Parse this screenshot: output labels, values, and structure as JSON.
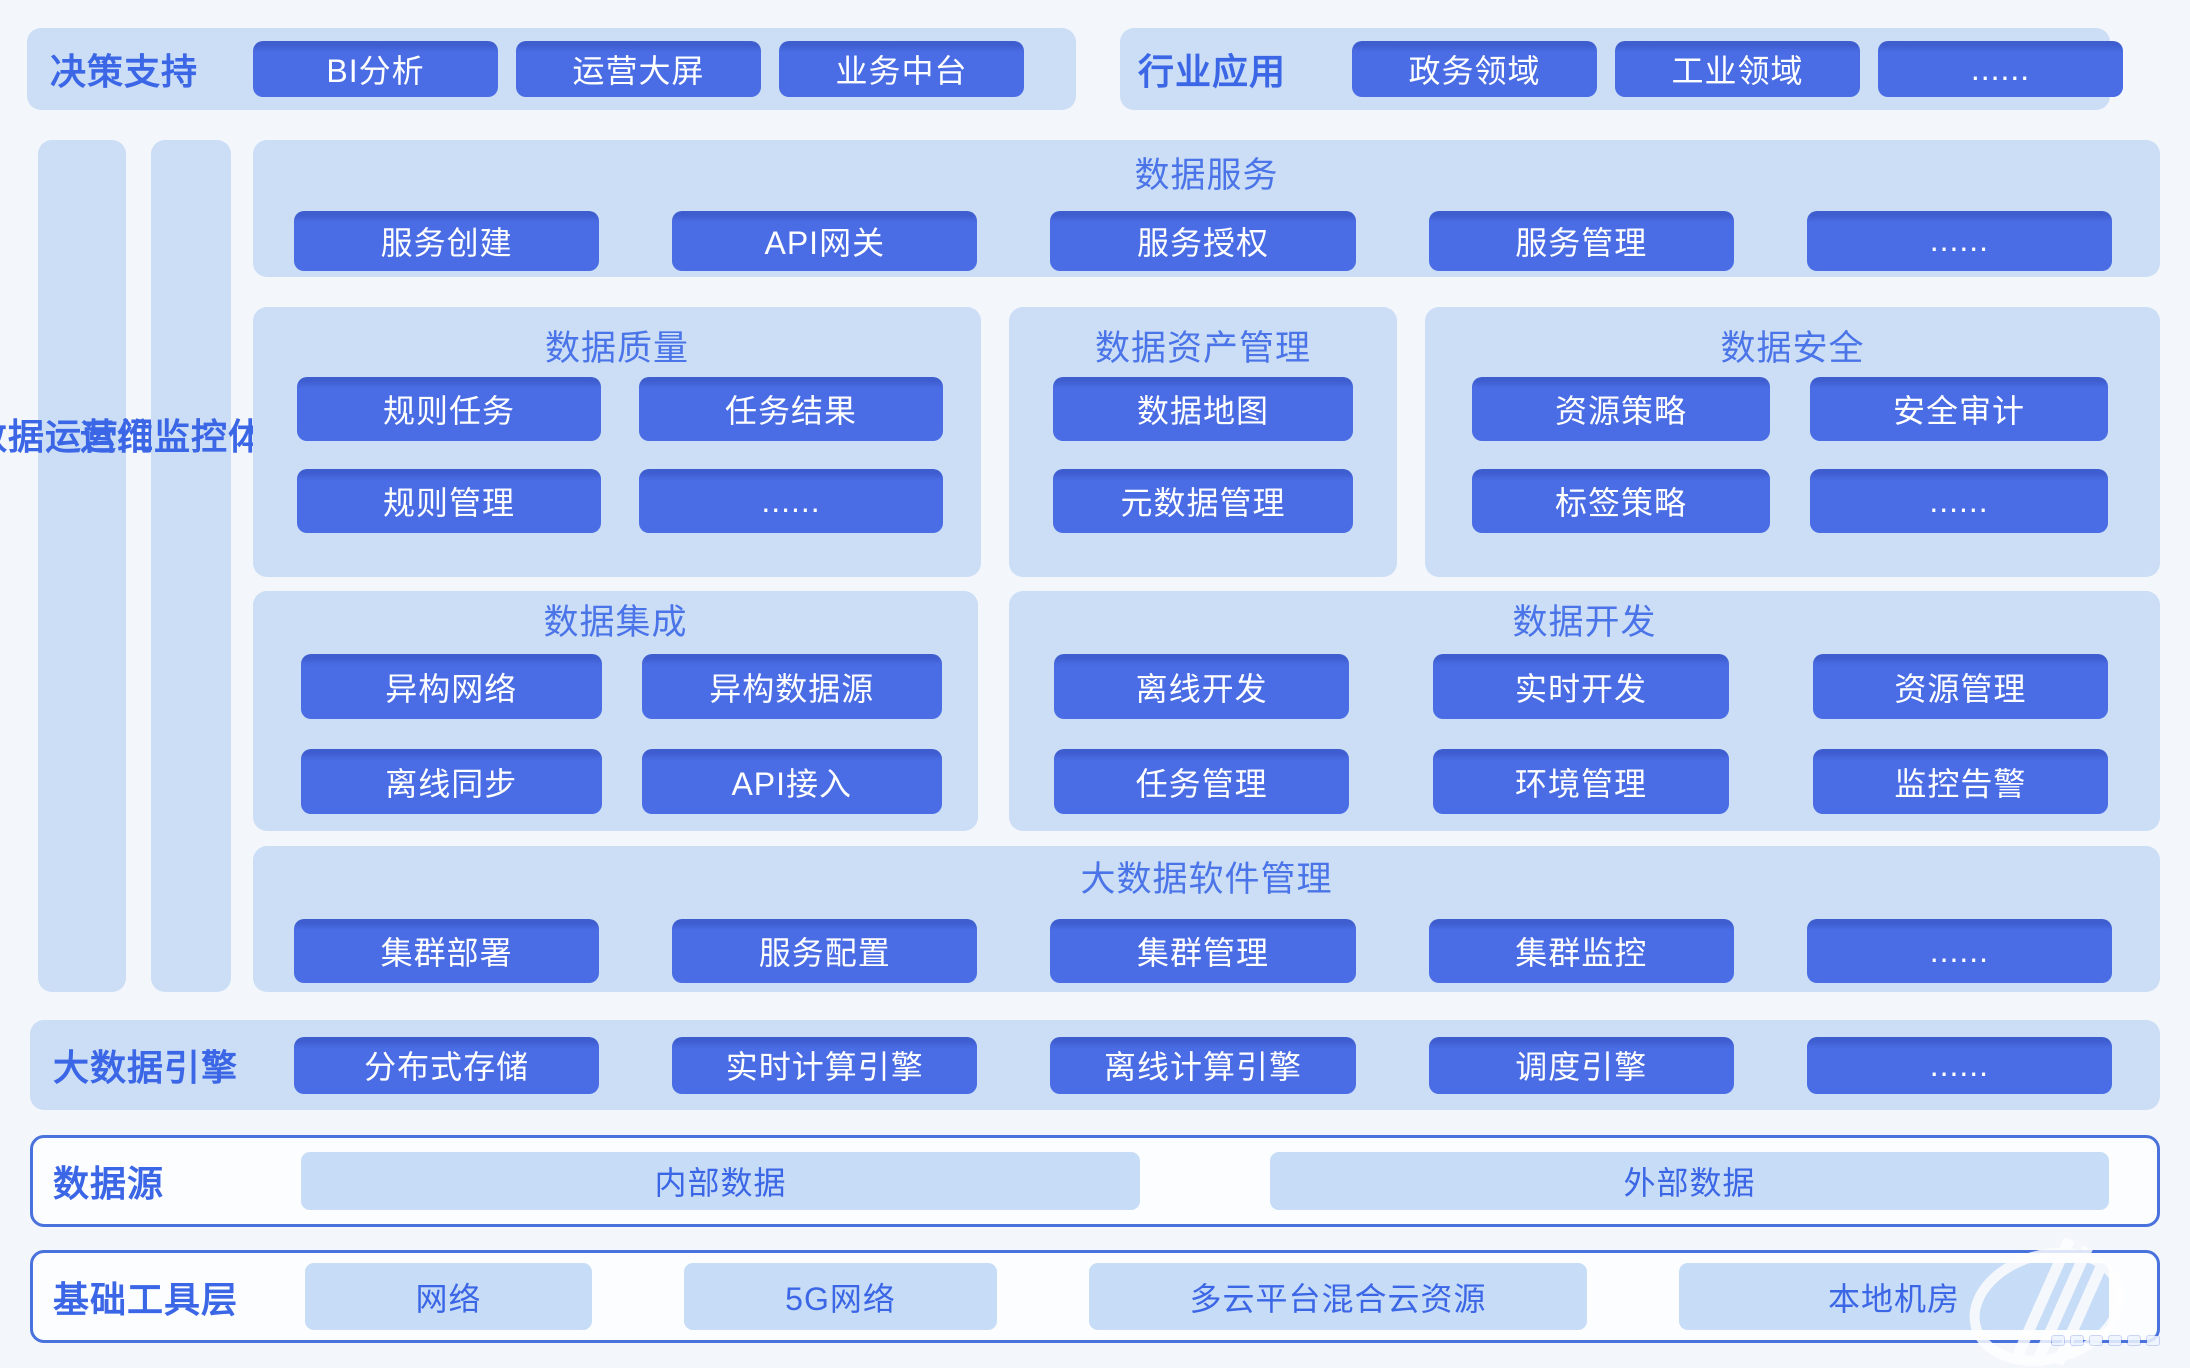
{
  "top": {
    "decision": {
      "label": "决策支持",
      "buttons": [
        "BI分析",
        "运营大屏",
        "业务中台"
      ]
    },
    "industry": {
      "label": "行业应用",
      "buttons": [
        "政务领域",
        "工业领域",
        "......"
      ]
    }
  },
  "sidebars": {
    "portal": {
      "label": "数据运营门户"
    },
    "monitor": {
      "label": "运维监控体系"
    }
  },
  "service": {
    "title": "数据服务",
    "buttons": [
      "服务创建",
      "API网关",
      "服务授权",
      "服务管理",
      "......"
    ]
  },
  "quality": {
    "title": "数据质量",
    "buttons": [
      "规则任务",
      "任务结果",
      "规则管理",
      "......"
    ]
  },
  "asset": {
    "title": "数据资产管理",
    "buttons": [
      "数据地图",
      "元数据管理"
    ]
  },
  "security": {
    "title": "数据安全",
    "buttons": [
      "资源策略",
      "安全审计",
      "标签策略",
      "......"
    ]
  },
  "integration": {
    "title": "数据集成",
    "buttons": [
      "异构网络",
      "异构数据源",
      "离线同步",
      "API接入"
    ]
  },
  "development": {
    "title": "数据开发",
    "buttons": [
      "离线开发",
      "实时开发",
      "资源管理",
      "任务管理",
      "环境管理",
      "监控告警"
    ]
  },
  "software": {
    "title": "大数据软件管理",
    "buttons": [
      "集群部署",
      "服务配置",
      "集群管理",
      "集群监控",
      "......"
    ]
  },
  "engine": {
    "label": "大数据引擎",
    "buttons": [
      "分布式存储",
      "实时计算引擎",
      "离线计算引擎",
      "调度引擎",
      "......"
    ]
  },
  "datasource": {
    "label": "数据源",
    "buttons": [
      "内部数据",
      "外部数据"
    ]
  },
  "infra": {
    "label": "基础工具层",
    "buttons": [
      "网络",
      "5G网络",
      "多云平台混合云资源",
      "本地机房"
    ]
  },
  "colors": {
    "page_bg": "#f3f6fb",
    "panel_light_blue": "#cbdef6",
    "chip_blue": "#4a6ce4",
    "chip_text": "#ffffff",
    "label_blue": "#3b66e6",
    "title_blue": "#4a74e8",
    "light_chip_fill": "#c7dcf6",
    "outline_blue": "#4a72dd",
    "outlined_row_bg": "#fbfdff"
  }
}
